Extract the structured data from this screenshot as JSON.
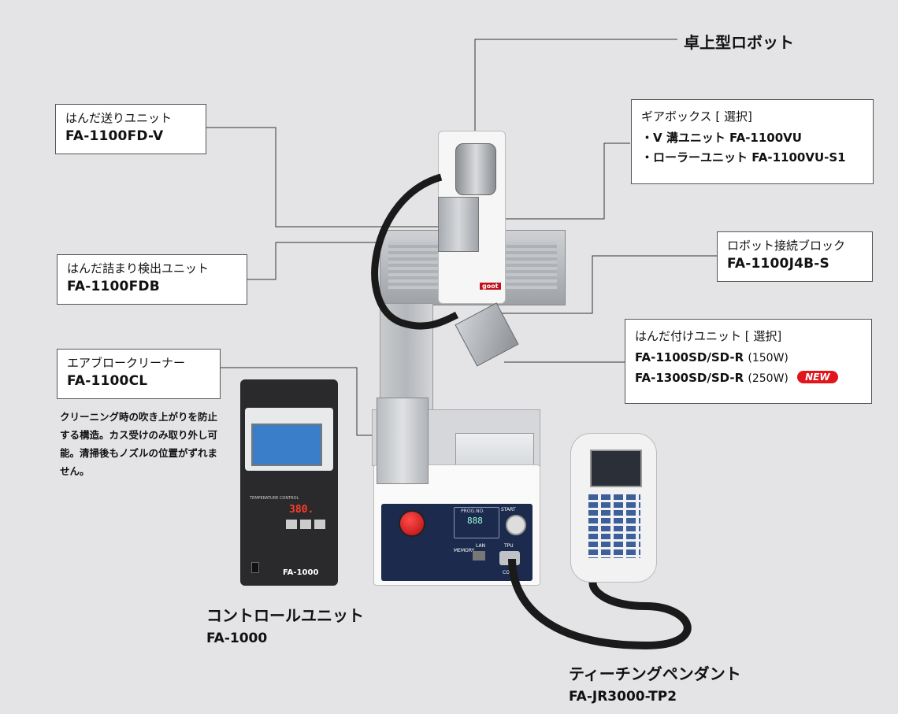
{
  "labels": {
    "robot": {
      "name": "卓上型ロボット"
    },
    "solder_feed": {
      "name": "はんだ送りユニット",
      "model": "FA-1100FD-V"
    },
    "jam_detect": {
      "name": "はんだ詰まり検出ユニット",
      "model": "FA-1100FDB"
    },
    "air_blow": {
      "name": "エアブロークリーナー",
      "model": "FA-1100CL"
    },
    "air_blow_note": "クリーニング時の吹き上がりを防止する構造。カス受けのみ取り外し可能。清掃後もノズルの位置がずれません。",
    "gearbox": {
      "name": "ギアボックス [ 選択]",
      "line1": "・V 溝ユニット FA-1100VU",
      "line2": "・ローラーユニット FA-1100VU-S1"
    },
    "robot_block": {
      "name": "ロボット接続ブロック",
      "model": "FA-1100J4B-S"
    },
    "soldering_unit": {
      "name": "はんだ付けユニット [ 選択]",
      "item1_model": "FA-1100SD/SD-R",
      "item1_watt": "(150W)",
      "item2_model": "FA-1300SD/SD-R",
      "item2_watt": "(250W)",
      "new_badge": "NEW"
    },
    "controller": {
      "name": "コントロールユニット",
      "model": "FA-1000"
    },
    "pendant": {
      "name": "ティーチングペンダント",
      "model": "FA-JR3000-TP2"
    }
  },
  "device_text": {
    "controller_display": "380.",
    "controller_badge": "FA-1000",
    "controller_panel": "TEMPERATURE CONTROL",
    "robot_program": "PROG.NO.",
    "robot_display": "888",
    "robot_start": "START",
    "robot_memory": "MEMORY",
    "robot_lan": "LAN",
    "robot_tpu": "TPU",
    "robot_com": "COM",
    "robot_brand": "goot"
  },
  "colors": {
    "background": "#e4e4e6",
    "navy_panel": "#1c2a4d",
    "new_badge": "#e1161d",
    "device_dark": "#2a2a2c"
  }
}
